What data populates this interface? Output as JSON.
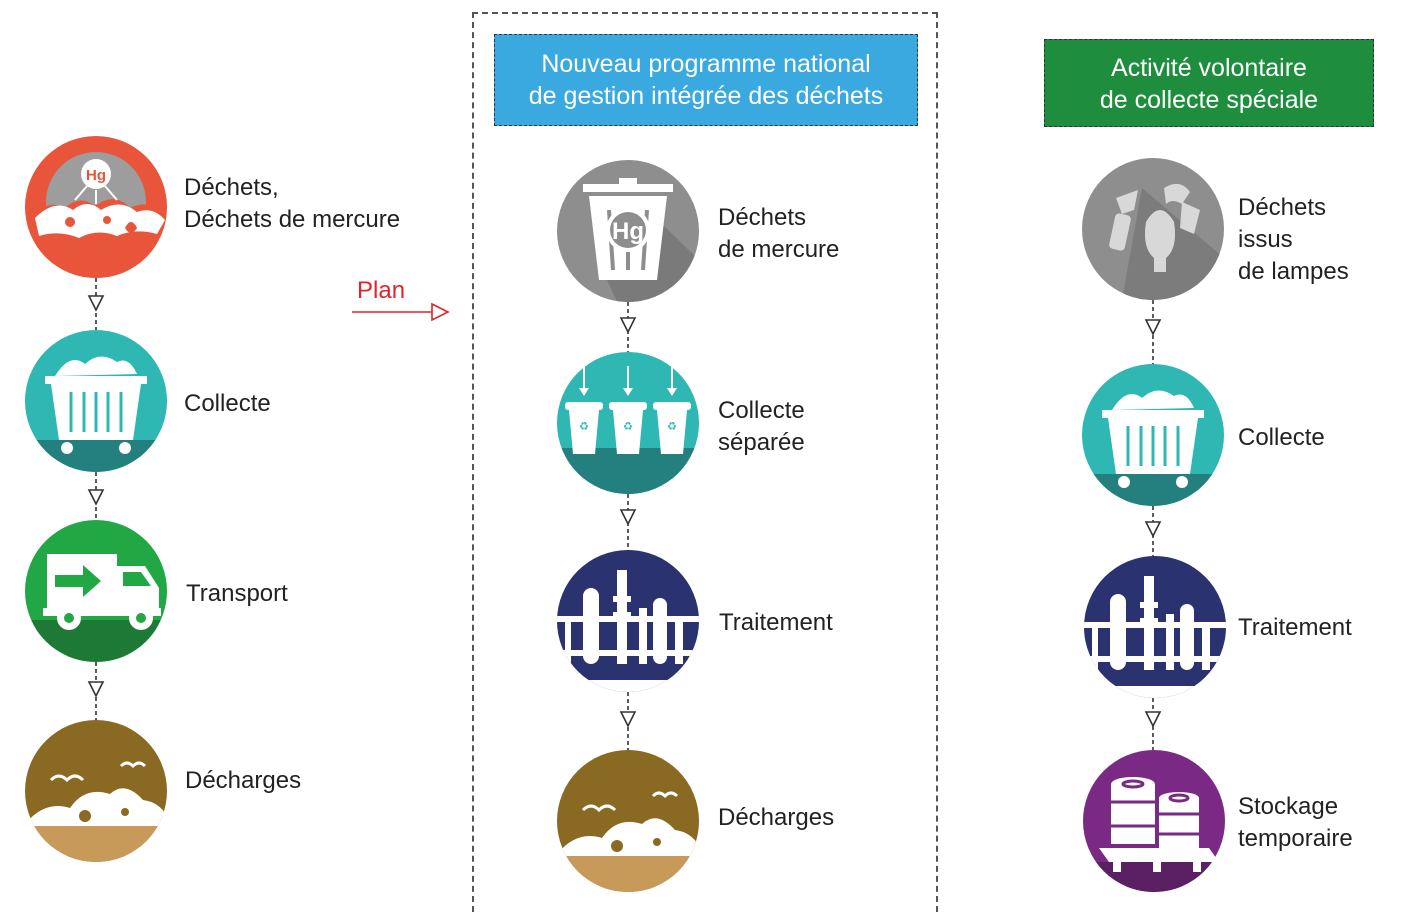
{
  "columns": {
    "left": {
      "steps": [
        {
          "lines": [
            "Déchets,",
            "Déchets de mercure"
          ],
          "icon": "waste-hg-icon",
          "badge": "Hg"
        },
        {
          "lines": [
            "Collecte"
          ],
          "icon": "dumpster-icon"
        },
        {
          "lines": [
            "Transport"
          ],
          "icon": "truck-icon"
        },
        {
          "lines": [
            "Décharges"
          ],
          "icon": "landfill-icon"
        }
      ]
    },
    "middle": {
      "header": [
        "Nouveau programme national",
        "de gestion intégrée des déchets"
      ],
      "steps": [
        {
          "lines": [
            "Déchets",
            "de mercure"
          ],
          "icon": "mercury-bin-icon",
          "badge": "Hg"
        },
        {
          "lines": [
            "Collecte",
            "séparée"
          ],
          "icon": "separate-bins-icon"
        },
        {
          "lines": [
            "Traitement"
          ],
          "icon": "factory-icon"
        },
        {
          "lines": [
            "Décharges"
          ],
          "icon": "landfill-icon"
        }
      ]
    },
    "right": {
      "header": [
        "Activité volontaire",
        "de collecte spéciale"
      ],
      "steps": [
        {
          "lines": [
            "Déchets",
            "issus",
            "de lampes"
          ],
          "icon": "lamp-waste-icon"
        },
        {
          "lines": [
            "Collecte"
          ],
          "icon": "dumpster-icon"
        },
        {
          "lines": [
            "Traitement"
          ],
          "icon": "factory-icon"
        },
        {
          "lines": [
            "Stockage",
            "temporaire"
          ],
          "icon": "barrels-icon"
        }
      ]
    }
  },
  "plan_label": "Plan",
  "colors": {
    "waste": "#e8553a",
    "collect": "#2fb7b4",
    "transport": "#22a745",
    "landfill": "#8a6a23",
    "mercury": "#8e8e8e",
    "factory": "#2a3270",
    "storage": "#7a2a84",
    "header_blue": "#3aa9e0",
    "header_green": "#1e8e3e",
    "plan": "#e2232a"
  }
}
